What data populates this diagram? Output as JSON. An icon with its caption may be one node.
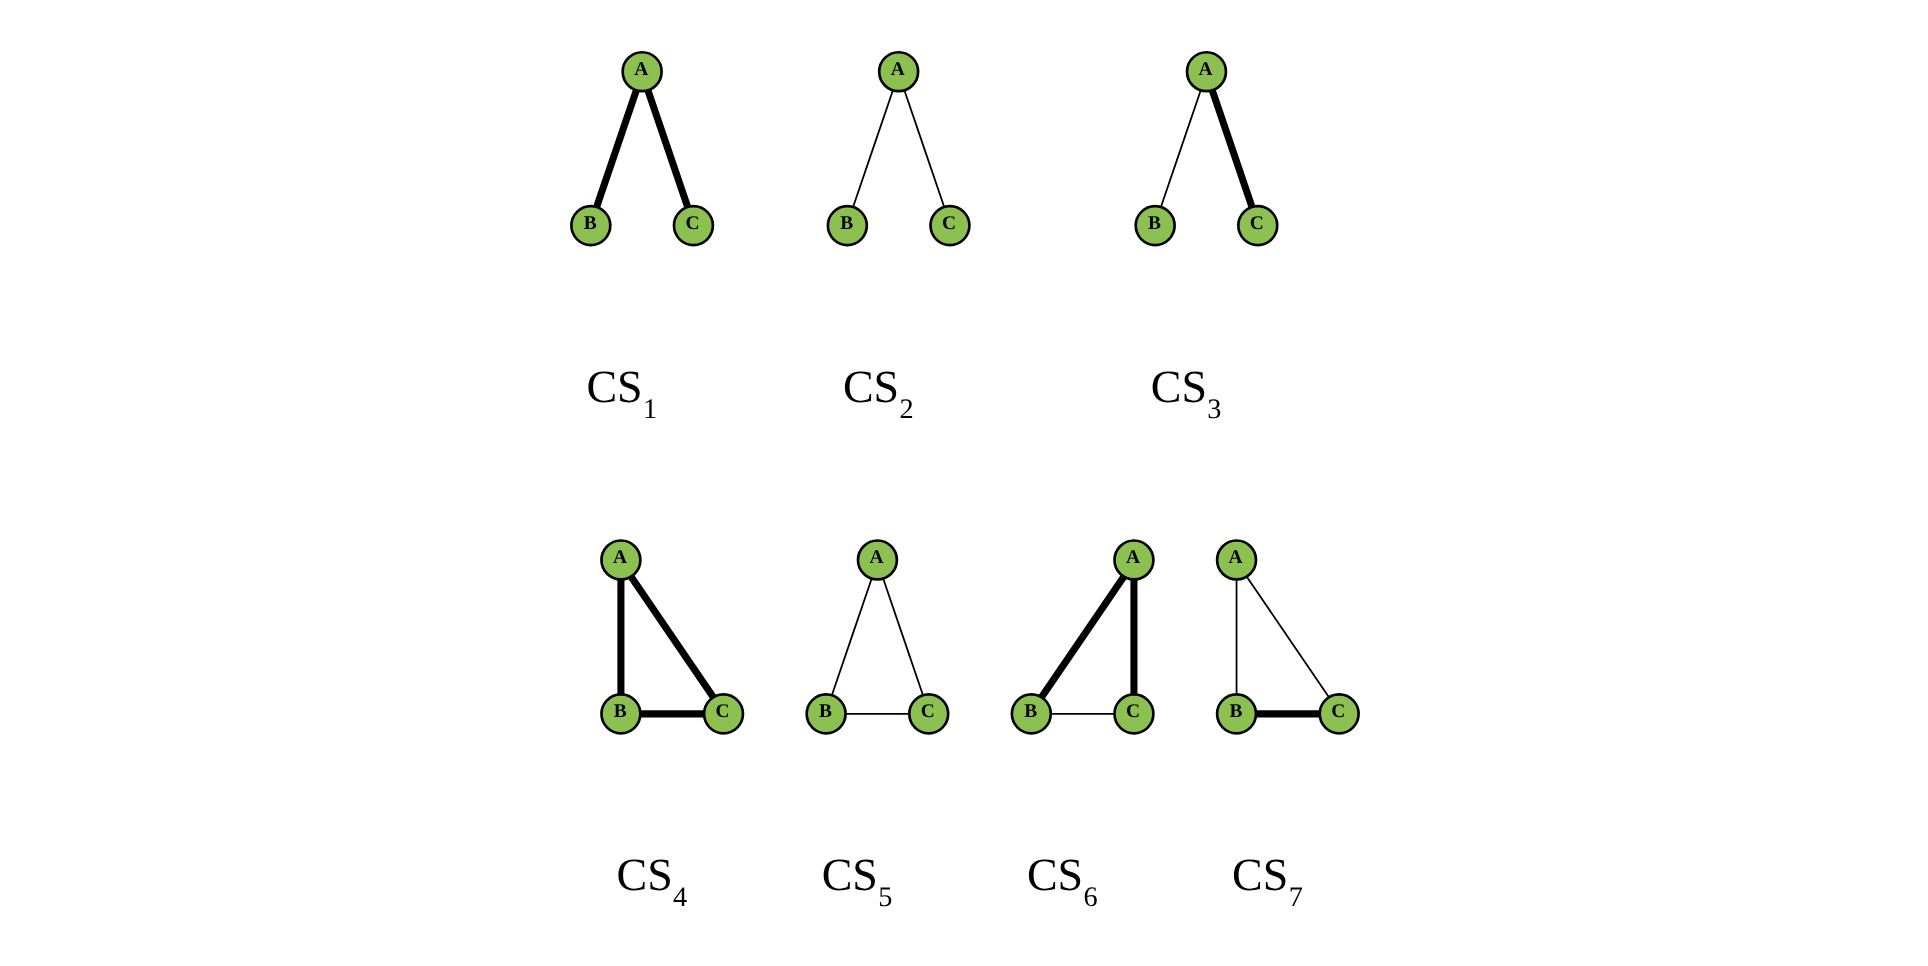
{
  "diagram": {
    "nodes": [
      {
        "text": [
          "A"
        ]
      },
      {
        "text": [
          "B"
        ]
      },
      {
        "text": [
          "C"
        ]
      },
      {
        "text": [
          "A"
        ]
      },
      {
        "text": [
          "B"
        ]
      },
      {
        "text": [
          "C"
        ]
      },
      {
        "text": [
          "A"
        ]
      },
      {
        "text": [
          "B"
        ]
      },
      {
        "text": [
          "C"
        ]
      },
      {
        "text": [
          "A"
        ]
      },
      {
        "text": [
          "B"
        ]
      },
      {
        "text": [
          "C"
        ]
      },
      {
        "text": [
          "A"
        ]
      },
      {
        "text": [
          "B"
        ]
      },
      {
        "text": [
          "C"
        ]
      },
      {
        "text": [
          "A"
        ]
      },
      {
        "text": [
          "B"
        ]
      },
      {
        "text": [
          "C"
        ]
      },
      {
        "text": [
          "A"
        ]
      },
      {
        "text": [
          "B"
        ]
      },
      {
        "text": [
          "C"
        ]
      }
    ],
    "edges": [
      {
        "from": 0,
        "to": 1,
        "arrow": "none",
        "style": "thick"
      },
      {
        "from": 0,
        "to": 2,
        "arrow": "none",
        "style": "thick"
      },
      {
        "from": 3,
        "to": 4,
        "arrow": "none"
      },
      {
        "from": 3,
        "to": 5,
        "arrow": "none"
      },
      {
        "from": 6,
        "to": 7,
        "arrow": "none"
      },
      {
        "from": 6,
        "to": 8,
        "arrow": "none",
        "style": "thick"
      },
      {
        "from": 9,
        "to": 10,
        "arrow": "none",
        "style": "thick"
      },
      {
        "from": 9,
        "to": 11,
        "arrow": "none",
        "style": "thick"
      },
      {
        "from": 10,
        "to": 11,
        "arrow": "none",
        "style": "thick"
      },
      {
        "from": 12,
        "to": 13,
        "arrow": "none"
      },
      {
        "from": 12,
        "to": 14,
        "arrow": "none"
      },
      {
        "from": 13,
        "to": 14,
        "arrow": "none"
      },
      {
        "from": 15,
        "to": 16,
        "arrow": "none",
        "style": "thick"
      },
      {
        "from": 15,
        "to": 17,
        "arrow": "none",
        "style": "thick"
      },
      {
        "from": 16,
        "to": 17,
        "arrow": "none"
      },
      {
        "from": 18,
        "to": 19,
        "arrow": "none"
      },
      {
        "from": 18,
        "to": 20,
        "arrow": "none"
      },
      {
        "from": 19,
        "to": 20,
        "arrow": "none",
        "style": "thick"
      }
    ],
    "labels": [
      "CS$_{1}$",
      "CS$_{2}$",
      "CS$_{3}$",
      "CS$_{4}$",
      "CS$_{5}$",
      "CS$_{6}$",
      "CS$_{7}$"
    ]
  }
}
